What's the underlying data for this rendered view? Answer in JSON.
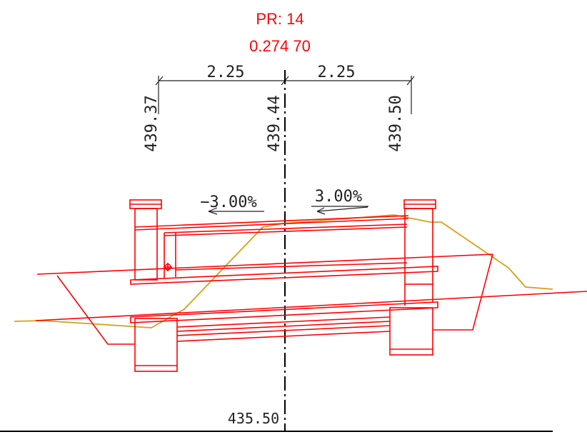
{
  "station": {
    "label": "PR: 14",
    "chainage": "0.274 70"
  },
  "dimensions": {
    "left_width": "2.25",
    "right_width": "2.25"
  },
  "elevations": {
    "left": "439.37",
    "center": "439.44",
    "right": "439.50",
    "datum": "435.50"
  },
  "slopes": {
    "left": "−3.00%",
    "right": "3.00%"
  },
  "colors": {
    "structure": "#ff0000",
    "terrain": "#d4a017",
    "annotation": "#222222",
    "axis": "#000000"
  }
}
